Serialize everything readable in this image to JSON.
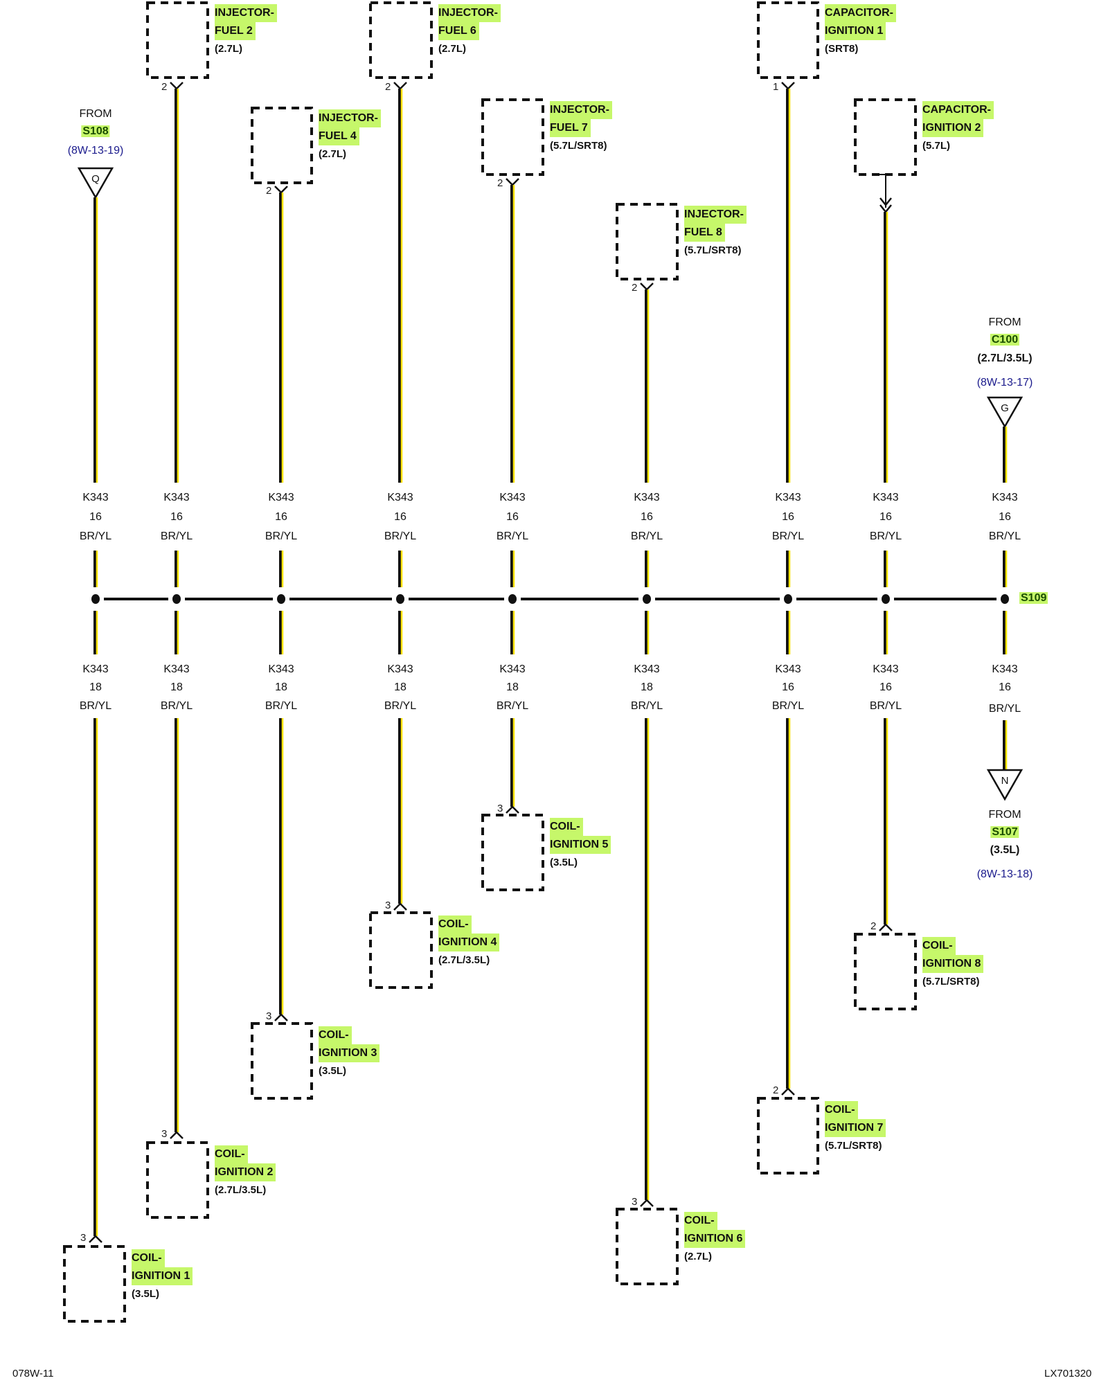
{
  "diagram": {
    "title": "K343 Splice S109 Wiring Diagram",
    "wire_color_hex": {
      "primary": "#111111",
      "stripe": "#ffe600"
    },
    "highlight_hex": "#c6f76a",
    "reference_text_hex": "#1a1a8c",
    "splice": {
      "id": "S109"
    },
    "upper_wires": [
      {
        "circuit": "K343",
        "gauge": "16",
        "color": "BR/YL"
      },
      {
        "circuit": "K343",
        "gauge": "16",
        "color": "BR/YL"
      },
      {
        "circuit": "K343",
        "gauge": "16",
        "color": "BR/YL"
      },
      {
        "circuit": "K343",
        "gauge": "16",
        "color": "BR/YL"
      },
      {
        "circuit": "K343",
        "gauge": "16",
        "color": "BR/YL"
      },
      {
        "circuit": "K343",
        "gauge": "16",
        "color": "BR/YL"
      },
      {
        "circuit": "K343",
        "gauge": "16",
        "color": "BR/YL"
      },
      {
        "circuit": "K343",
        "gauge": "16",
        "color": "BR/YL"
      },
      {
        "circuit": "K343",
        "gauge": "16",
        "color": "BR/YL"
      }
    ],
    "lower_wires": [
      {
        "circuit": "K343",
        "gauge": "18",
        "color": "BR/YL"
      },
      {
        "circuit": "K343",
        "gauge": "18",
        "color": "BR/YL"
      },
      {
        "circuit": "K343",
        "gauge": "18",
        "color": "BR/YL"
      },
      {
        "circuit": "K343",
        "gauge": "18",
        "color": "BR/YL"
      },
      {
        "circuit": "K343",
        "gauge": "18",
        "color": "BR/YL"
      },
      {
        "circuit": "K343",
        "gauge": "18",
        "color": "BR/YL"
      },
      {
        "circuit": "K343",
        "gauge": "16",
        "color": "BR/YL"
      },
      {
        "circuit": "K343",
        "gauge": "16",
        "color": "BR/YL"
      },
      {
        "circuit": "K343",
        "gauge": "16",
        "color": "BR/YL"
      }
    ],
    "top_components": [
      {
        "line1": "INJECTOR-",
        "line2": "FUEL 2",
        "variant": "(2.7L)",
        "pin": "2"
      },
      {
        "line1": "INJECTOR-",
        "line2": "FUEL 4",
        "variant": "(2.7L)",
        "pin": "2"
      },
      {
        "line1": "INJECTOR-",
        "line2": "FUEL 6",
        "variant": "(2.7L)",
        "pin": "2"
      },
      {
        "line1": "INJECTOR-",
        "line2": "FUEL 7",
        "variant": "(5.7L/SRT8)",
        "pin": "2"
      },
      {
        "line1": "INJECTOR-",
        "line2": "FUEL 8",
        "variant": "(5.7L/SRT8)",
        "pin": "2"
      },
      {
        "line1": "CAPACITOR-",
        "line2": "IGNITION 1",
        "variant": "(SRT8)",
        "pin": "1"
      },
      {
        "line1": "CAPACITOR-",
        "line2": "IGNITION 2",
        "variant": "(5.7L)",
        "pin": ""
      }
    ],
    "bottom_components": [
      {
        "line1": "COIL-",
        "line2": "IGNITION 1",
        "variant": "(3.5L)",
        "pin": "3"
      },
      {
        "line1": "COIL-",
        "line2": "IGNITION 2",
        "variant": "(2.7L/3.5L)",
        "pin": "3"
      },
      {
        "line1": "COIL-",
        "line2": "IGNITION 3",
        "variant": "(3.5L)",
        "pin": "3"
      },
      {
        "line1": "COIL-",
        "line2": "IGNITION 4",
        "variant": "(2.7L/3.5L)",
        "pin": "3"
      },
      {
        "line1": "COIL-",
        "line2": "IGNITION 5",
        "variant": "(3.5L)",
        "pin": "3"
      },
      {
        "line1": "COIL-",
        "line2": "IGNITION 6",
        "variant": "(2.7L)",
        "pin": "3"
      },
      {
        "line1": "COIL-",
        "line2": "IGNITION 7",
        "variant": "(5.7L/SRT8)",
        "pin": "2"
      },
      {
        "line1": "COIL-",
        "line2": "IGNITION 8",
        "variant": "(5.7L/SRT8)",
        "pin": "2"
      }
    ],
    "off_page": [
      {
        "prefix": "FROM",
        "source": "S108",
        "variant": "",
        "reference": "(8W-13-19)",
        "letter": "Q"
      },
      {
        "prefix": "FROM",
        "source": "C100",
        "variant": "(2.7L/3.5L)",
        "reference": "(8W-13-17)",
        "letter": "G"
      },
      {
        "prefix": "FROM",
        "source": "S107",
        "variant": "(3.5L)",
        "reference": "(8W-13-18)",
        "letter": "N"
      }
    ],
    "footer": {
      "left": "078W-11",
      "right": "LX701320"
    }
  }
}
